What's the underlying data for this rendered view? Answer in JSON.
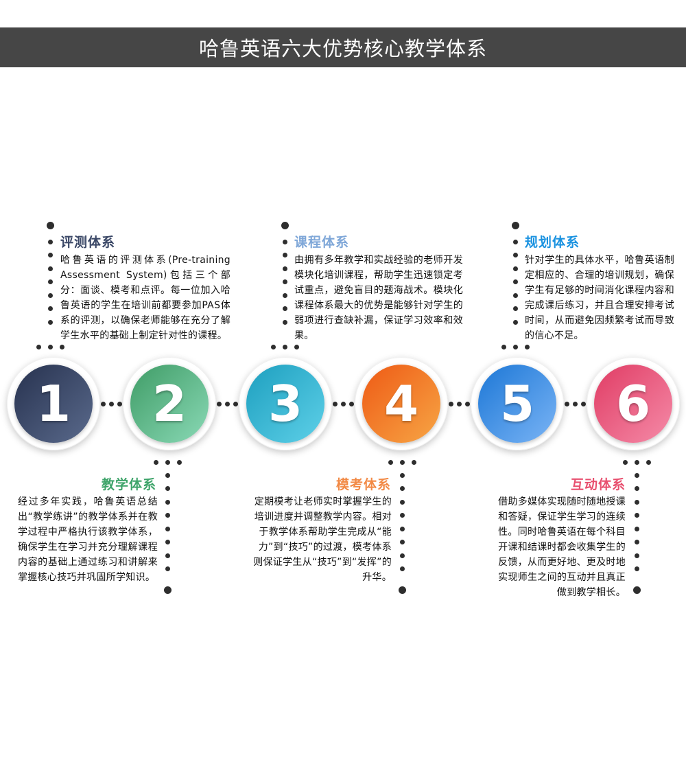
{
  "header": {
    "title": "哈鲁英语六大优势核心教学体系"
  },
  "steps": [
    {
      "number": "1",
      "title": "评测体系",
      "title_color": "#3a4766",
      "body": "哈鲁英语的评测体系(Pre-training Assessment System)包括三个部分：面谈、模考和点评。每一位加入哈鲁英语的学生在培训前都要参加PAS体系的评测，以确保老师能够在充分了解学生水平的基础上制定针对性的课程。"
    },
    {
      "number": "2",
      "title": "教学体系",
      "title_color": "#3ea46a",
      "body": "经过多年实践，哈鲁英语总结出“教学练讲”的教学体系并在教学过程中严格执行该教学体系，确保学生在学习并充分理解课程内容的基础上通过练习和讲解来掌握核心技巧并巩固所学知识。"
    },
    {
      "number": "3",
      "title": "课程体系",
      "title_color": "#7fa7d8",
      "body": "由拥有多年教学和实战经验的老师开发模块化培训课程，帮助学生迅速锁定考试重点，避免盲目的题海战术。模块化课程体系最大的优势是能够针对学生的弱项进行查缺补漏，保证学习效率和效果。"
    },
    {
      "number": "4",
      "title": "模考体系",
      "title_color": "#f28a46",
      "body": "定期模考让老师实时掌握学生的培训进度并调整教学内容。相对于教学体系帮助学生完成从“能力”到“技巧”的过渡，模考体系则保证学生从“技巧”到“发挥”的升华。"
    },
    {
      "number": "5",
      "title": "规划体系",
      "title_color": "#1a92e0",
      "body": "针对学生的具体水平，哈鲁英语制定相应的、合理的培训规划，确保学生有足够的时间消化课程内容和完成课后练习，并且合理安排考试时间，从而避免因频繁考试而导致的信心不足。"
    },
    {
      "number": "6",
      "title": "互动体系",
      "title_color": "#e8506f",
      "body": "借助多媒体实现随时随地授课和答疑，保证学生学习的连续性。同时哈鲁英语在每个科目开课和结课时都会收集学生的反馈，从而更好地、更及时地实现师生之间的互动并且真正做到教学相长。"
    }
  ]
}
